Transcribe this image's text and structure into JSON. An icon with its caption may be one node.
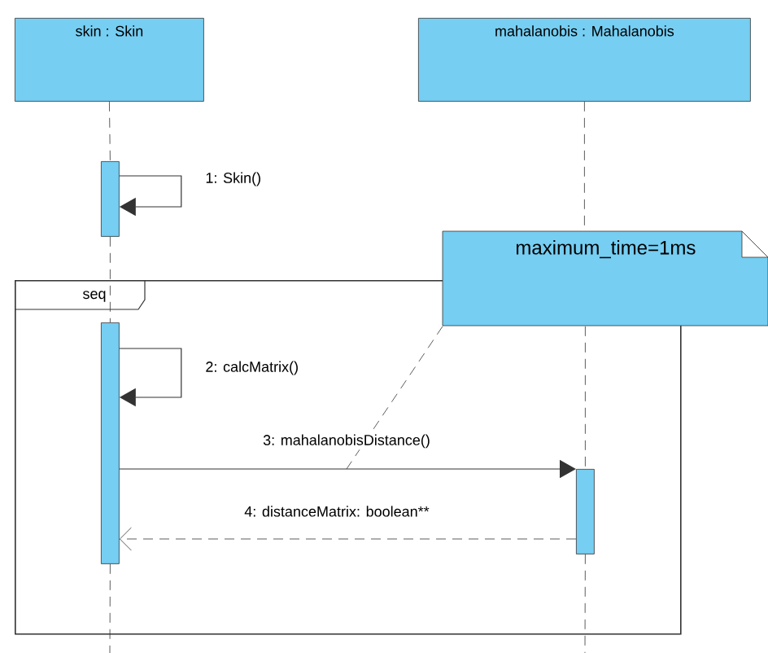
{
  "diagram": {
    "nodes": [
      {
        "text": [
          "skin : Skin"
        ]
      },
      {
        "text": [
          "mahalanobis : Mahalanobis"
        ]
      },
      {
        "text": [],
        "shape": "bar"
      },
      {
        "text": [
          "seq"
        ]
      },
      {
        "text": [],
        "shape": "bar",
        "in": 3
      },
      {
        "text": [],
        "shape": "bar",
        "in": 3
      },
      {
        "text": [
          "maximum_time=1ms"
        ]
      }
    ],
    "edges": [
      {
        "from": 0,
        "to": 2,
        "arrow": "none",
        "style": "dashed"
      },
      {
        "from": 2,
        "to": 4,
        "arrow": "none",
        "style": "dashed"
      },
      {
        "from": 4,
        "to": null,
        "arrow": "none",
        "style": "dashed"
      },
      {
        "from": 1,
        "to": 6,
        "arrow": "none",
        "style": "dashed"
      },
      {
        "from": 6,
        "to": 5,
        "arrow": "none",
        "style": "dashed"
      },
      {
        "from": 5,
        "to": null,
        "arrow": "none",
        "style": "dashed"
      },
      {
        "from": 2,
        "to": 2,
        "arrow": "to",
        "label": "1: Skin()"
      },
      {
        "from": 4,
        "to": 4,
        "arrow": "to",
        "label": "2: calcMatrix()"
      },
      {
        "from": 4,
        "to": 5,
        "arrow": "to",
        "label": "3: mahalanobisDistance()"
      },
      {
        "from": 5,
        "to": 4,
        "arrow": "to",
        "style": "dashed",
        "label": "4: distanceMatrix: boolean**"
      },
      {
        "from": 6,
        "to": null,
        "arrow": "none",
        "style": "dashed"
      }
    ]
  }
}
